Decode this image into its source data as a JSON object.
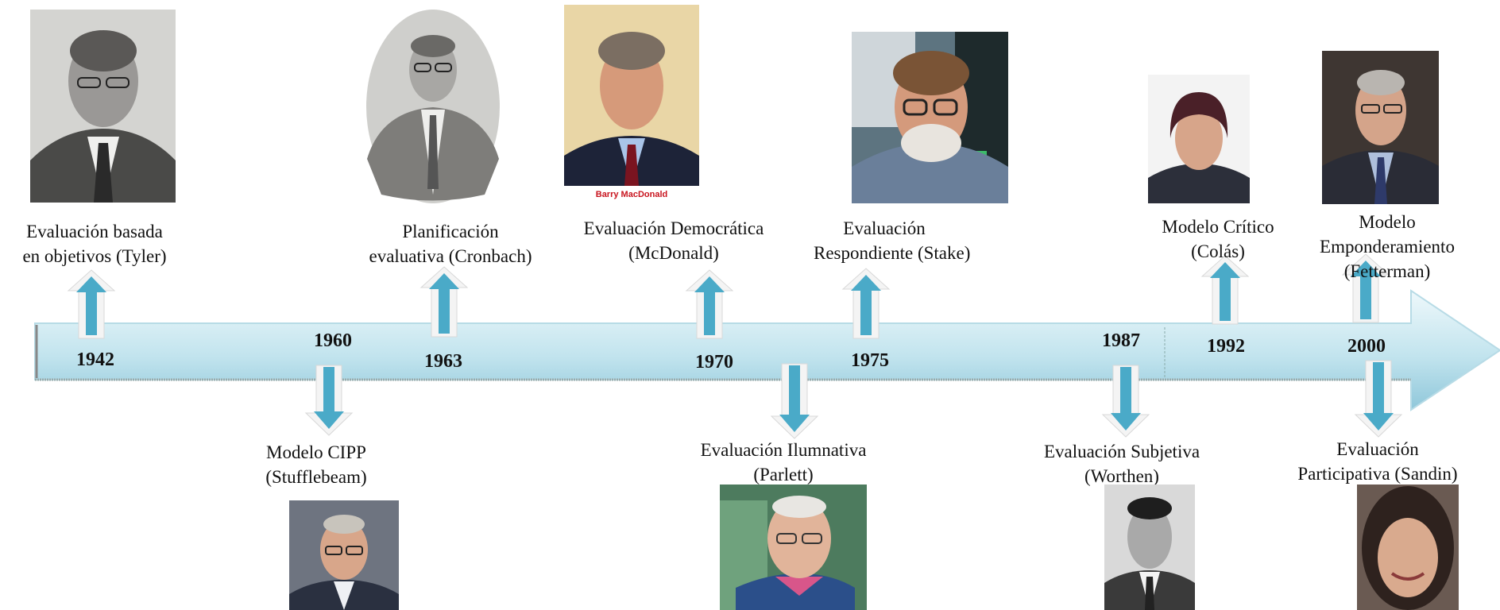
{
  "timeline": {
    "milestones": [
      {
        "year": "1942",
        "label": "Evaluación basada en objetivos (Tyler)",
        "label_lines": [
          "Evaluación basada",
          "en objetivos (Tyler)"
        ],
        "direction": "up"
      },
      {
        "year": "1960",
        "label": "Modelo CIPP (Stufflebeam)",
        "label_lines": [
          "Modelo CIPP",
          "(Stufflebeam)"
        ],
        "direction": "down"
      },
      {
        "year": "1963",
        "label": "Planificación evaluativa (Cronbach)",
        "label_lines": [
          "Planificación",
          "evaluativa (Cronbach)"
        ],
        "direction": "up"
      },
      {
        "year": "1970",
        "label": "Evaluación Democrática (McDonald)",
        "label_lines": [
          "Evaluación Democrática",
          "(McDonald)"
        ],
        "direction": "up",
        "photo_caption": "Barry MacDonald"
      },
      {
        "year": "1975",
        "label": "Evaluación Respondiente (Stake)",
        "label_lines": [
          "Evaluación",
          "Respondiente (Stake)"
        ],
        "direction": "up"
      },
      {
        "year": "",
        "label": "Evaluación Ilumnativa (Parlett)",
        "label_lines": [
          "Evaluación Ilumnativa",
          "(Parlett)"
        ],
        "direction": "down"
      },
      {
        "year": "1987",
        "label": "Evaluación Subjetiva (Worthen)",
        "label_lines": [
          "Evaluación Subjetiva",
          "(Worthen)"
        ],
        "direction": "down"
      },
      {
        "year": "1992",
        "label": "Modelo Crítico (Colás)",
        "label_lines": [
          "Modelo Crítico",
          "(Colás)"
        ],
        "direction": "up"
      },
      {
        "year": "2000",
        "label": "Modelo Emponderamiento (Fetterman)",
        "label_lines": [
          "Modelo",
          "Emponderamiento",
          "(Fetterman)"
        ],
        "direction": "up"
      },
      {
        "year": "",
        "label": "Evaluación Participativa (Sandin)",
        "label_lines": [
          "Evaluación",
          "Participativa (Sandin)"
        ],
        "direction": "down"
      }
    ]
  },
  "colors": {
    "arrow_light": "#eaf6fa",
    "arrow_dark": "#9fd0e0",
    "marker": "#4aaac8"
  }
}
